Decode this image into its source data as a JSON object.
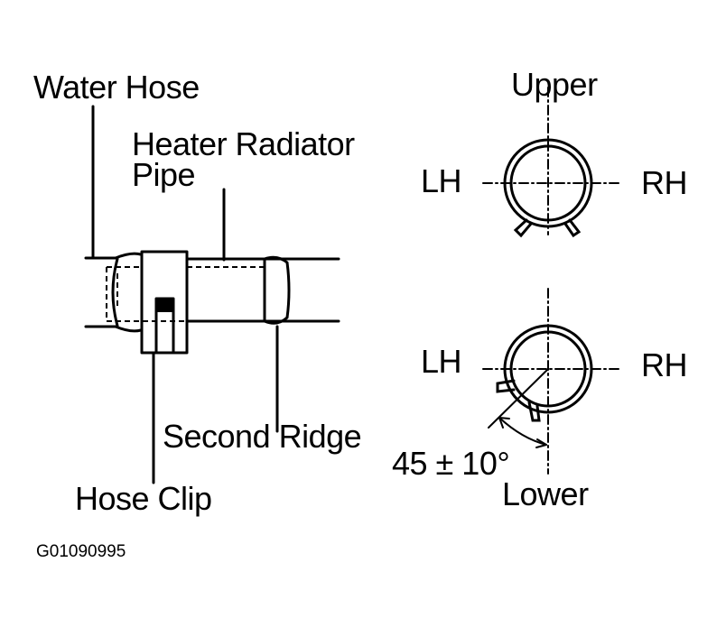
{
  "labels": {
    "water_hose": "Water Hose",
    "heater_radiator_pipe_line1": "Heater Radiator",
    "heater_radiator_pipe_line2": "Pipe",
    "second_ridge": "Second Ridge",
    "hose_clip": "Hose Clip",
    "upper": "Upper",
    "lower": "Lower",
    "lh_upper": "LH",
    "rh_upper": "RH",
    "lh_lower": "LH",
    "rh_lower": "RH",
    "angle": "45 ± 10°"
  },
  "figure_code": "G01090995",
  "colors": {
    "line": "#000000",
    "background": "#ffffff"
  }
}
